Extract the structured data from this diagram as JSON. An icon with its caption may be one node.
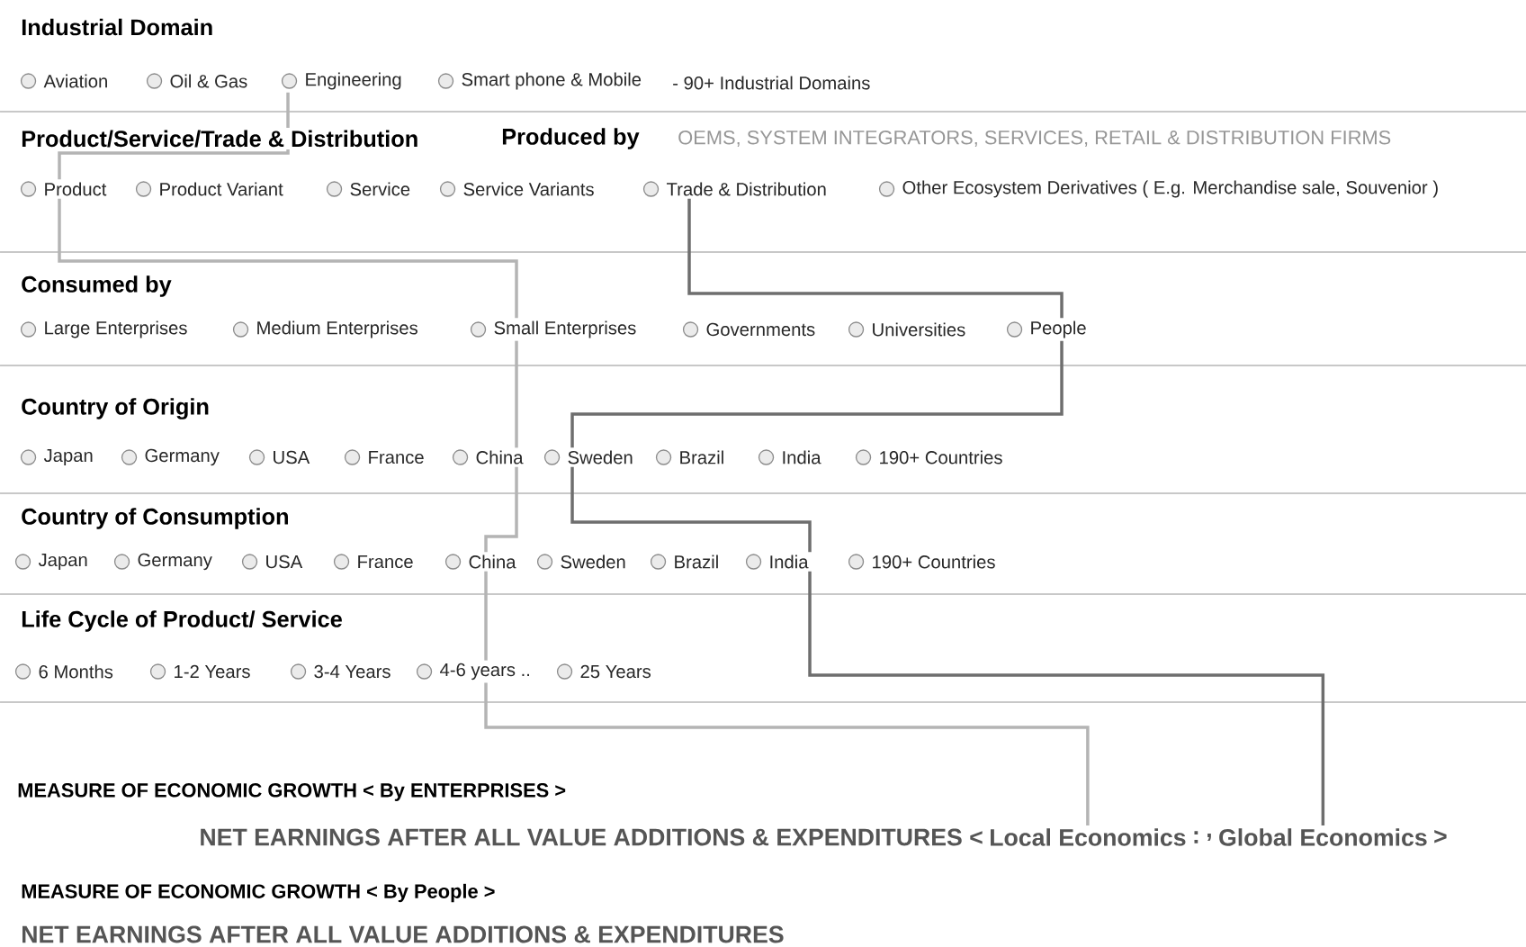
{
  "diagram": {
    "nodes": [
      {
        "text": [
          "Aviation"
        ]
      },
      {
        "text": [
          "Oil & Gas"
        ]
      },
      {
        "text": [
          "Engineering"
        ]
      },
      {
        "text": [
          "Smart phone & Mobile"
        ]
      },
      {
        "text": [
          "Product"
        ]
      },
      {
        "text": [
          "Product Variant"
        ]
      },
      {
        "text": [
          "Service"
        ]
      },
      {
        "text": [
          "Service Variants"
        ]
      },
      {
        "text": [
          "Trade & Distribution"
        ]
      },
      {
        "text": [
          "Other Ecosystem Derivatives ( E.g. Merchandise sale, Souvenior )"
        ]
      },
      {
        "text": [
          "Large Enterprises"
        ]
      },
      {
        "text": [
          "Medium Enterprises"
        ]
      },
      {
        "text": [
          "Small Enterprises"
        ]
      },
      {
        "text": [
          "Governments"
        ]
      },
      {
        "text": [
          "Universities"
        ]
      },
      {
        "text": [
          "People"
        ]
      },
      {
        "text": [
          "Japan"
        ]
      },
      {
        "text": [
          "Germany"
        ]
      },
      {
        "text": [
          "USA"
        ]
      },
      {
        "text": [
          "France"
        ]
      },
      {
        "text": [
          "China"
        ]
      },
      {
        "text": [
          "Sweden"
        ]
      },
      {
        "text": [
          "Brazil"
        ]
      },
      {
        "text": [
          "India"
        ]
      },
      {
        "text": [
          "190+ Countries"
        ]
      },
      {
        "text": [
          "Japan"
        ]
      },
      {
        "text": [
          "Germany"
        ]
      },
      {
        "text": [
          "USA"
        ]
      },
      {
        "text": [
          "France"
        ]
      },
      {
        "text": [
          "China"
        ]
      },
      {
        "text": [
          "Sweden"
        ]
      },
      {
        "text": [
          "Brazil"
        ]
      },
      {
        "text": [
          "India"
        ]
      },
      {
        "text": [
          "190+ Countries"
        ]
      },
      {
        "text": [
          "6 Months"
        ]
      },
      {
        "text": [
          "1-2 Years"
        ]
      },
      {
        "text": [
          "3-4 Years"
        ]
      },
      {
        "text": [
          "4-6 years .."
        ]
      },
      {
        "text": [
          "25 Years"
        ]
      },
      {
        "text": [
          "Local Economics"
        ]
      },
      {
        "text": [
          "Global Economics"
        ]
      }
    ],
    "edges": [
      {
        "from": 2,
        "to": 4,
        "arrow": "none"
      },
      {
        "from": 4,
        "to": 12,
        "arrow": "none"
      },
      {
        "from": 12,
        "to": 20,
        "arrow": "none"
      },
      {
        "from": 20,
        "to": 29,
        "arrow": "none"
      },
      {
        "from": 29,
        "to": 37,
        "arrow": "none"
      },
      {
        "from": 37,
        "to": 39,
        "arrow": "none"
      },
      {
        "from": 8,
        "to": 15,
        "arrow": "none",
        "color": "#6e6e6e"
      },
      {
        "from": 15,
        "to": 21,
        "arrow": "none",
        "color": "#6e6e6e"
      },
      {
        "from": 21,
        "to": 32,
        "arrow": "none",
        "color": "#6e6e6e"
      },
      {
        "from": 32,
        "to": 40,
        "arrow": "none",
        "color": "#6e6e6e"
      }
    ],
    "labels": [
      "Industrial Domain",
      "- 90+ Industrial Domains",
      "Product/Service/Trade & Distribution",
      "Produced by",
      "OEMS, SYSTEM INTEGRATORS, SERVICES, RETAIL & DISTRIBUTION FIRMS",
      "Consumed by",
      "Country of Origin",
      "Country of Consumption",
      "Life Cycle of Product/ Service",
      "MEASURE OF ECONOMIC GROWTH < By ENTERPRISES >",
      "NET EARNINGS AFTER ALL VALUE ADDITIONS & EXPENDITURES <",
      ":",
      ",",
      ">",
      "MEASURE OF ECONOMIC GROWTH < By People >",
      "NET EARNINGS AFTER ALL VALUE ADDITIONS & EXPENDITURES"
    ]
  }
}
